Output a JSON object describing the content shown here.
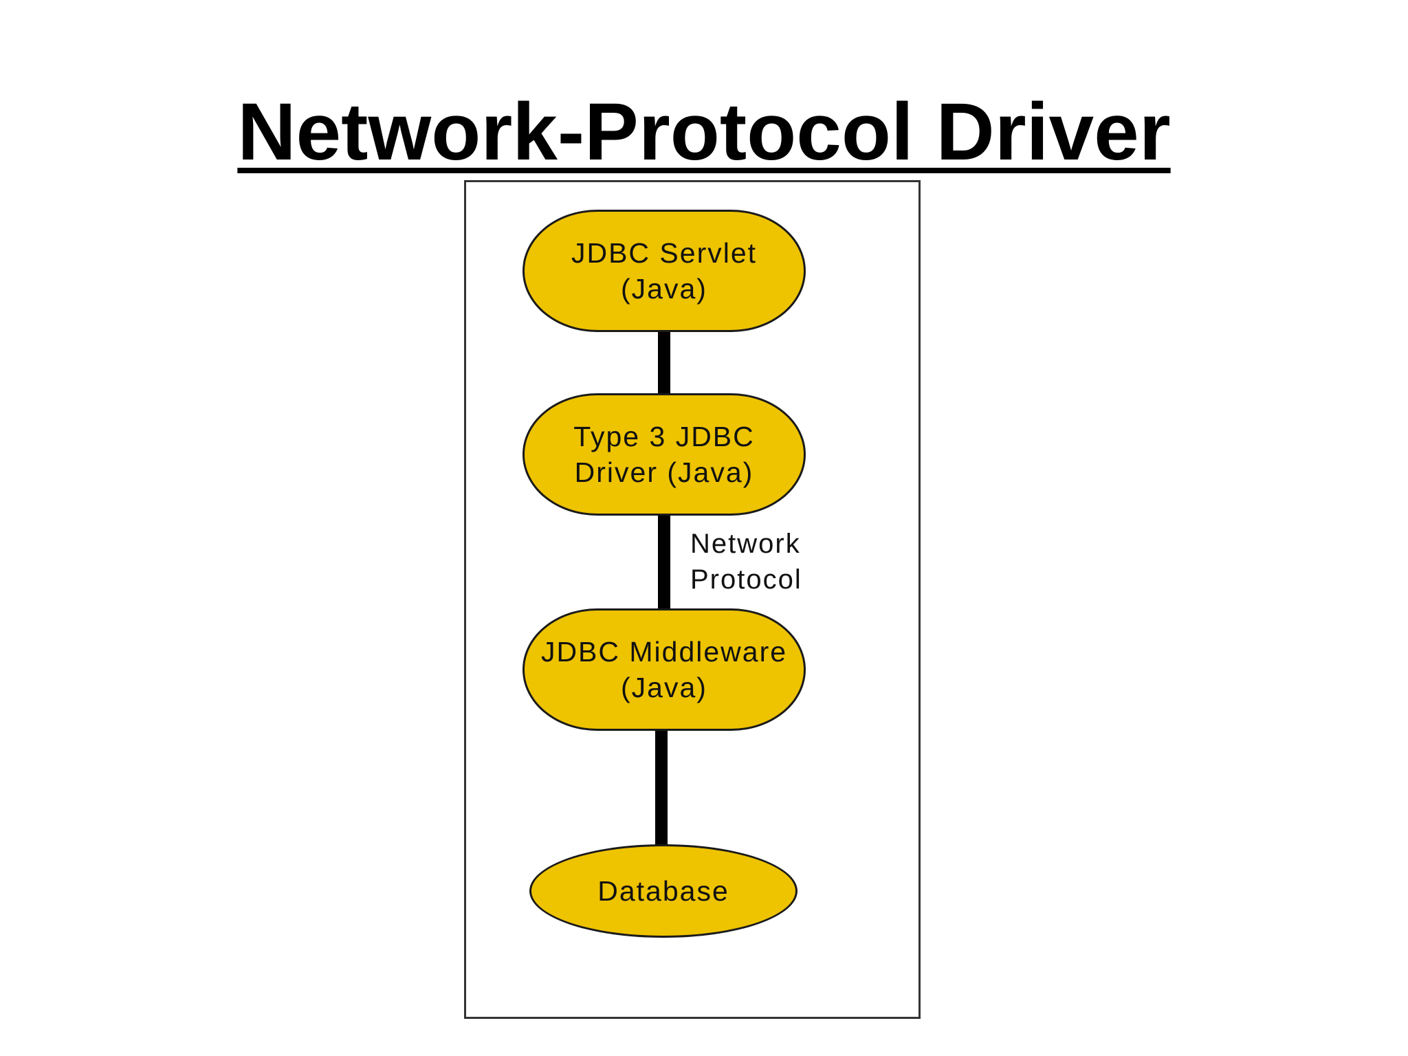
{
  "slide": {
    "title": "Network-Protocol Driver"
  },
  "diagram": {
    "nodes": [
      {
        "id": "servlet",
        "lines": [
          "JDBC Servlet",
          "(Java)"
        ]
      },
      {
        "id": "driver",
        "lines": [
          "Type 3 JDBC",
          "Driver (Java)"
        ]
      },
      {
        "id": "middleware",
        "lines": [
          "JDBC Middleware",
          "(Java)"
        ]
      },
      {
        "id": "database",
        "lines": [
          "Database"
        ]
      }
    ],
    "edges": [
      {
        "from": "servlet",
        "to": "driver",
        "label": ""
      },
      {
        "from": "driver",
        "to": "middleware",
        "label_lines": [
          "Network",
          "Protocol"
        ]
      },
      {
        "from": "middleware",
        "to": "database",
        "label": ""
      }
    ],
    "colors": {
      "node_fill": "#eec300",
      "node_border": "#1a1a1a",
      "connector": "#000000"
    }
  }
}
